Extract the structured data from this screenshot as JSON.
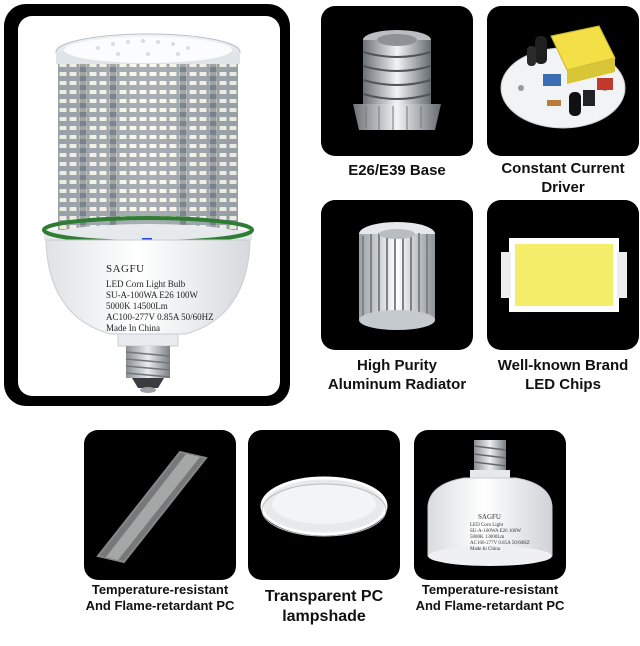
{
  "main_product": {
    "brand": "SAGFU",
    "label_lines": [
      "LED Corn Light Bulb",
      "SU-A-100WA E26 100W",
      "5000K 14500Lm",
      "AC100-277V 0.85A 50/60HZ",
      "Made In China"
    ]
  },
  "features": [
    {
      "icon": "screw-base-icon",
      "caption": "E26/E39 Base"
    },
    {
      "icon": "driver-board-icon",
      "caption": "Constant Current Driver"
    },
    {
      "icon": "heatsink-icon",
      "caption": "High Purity Aluminum Radiator"
    },
    {
      "icon": "led-chip-icon",
      "caption": "Well-known Brand LED Chips"
    },
    {
      "icon": "pc-cover-strip-icon",
      "caption": "Temperature-resistant And Flame-retardant PC"
    },
    {
      "icon": "pc-lampshade-icon",
      "caption": "Transparent PC lampshade"
    },
    {
      "icon": "bulb-housing-icon",
      "caption": "Temperature-resistant And Flame-retardant PC"
    }
  ],
  "housing_label": {
    "brand": "SAGFU",
    "lines": [
      "LED Corn Light",
      "SU-A-100WA E26 100W",
      "5000K 13000Lm",
      "AC100-277V 0.85A 50/60HZ",
      "Made In China"
    ]
  },
  "colors": {
    "tile_bg": "#000000",
    "accent_green": "#2e7d32",
    "chip_yellow": "#f4ee6a"
  }
}
